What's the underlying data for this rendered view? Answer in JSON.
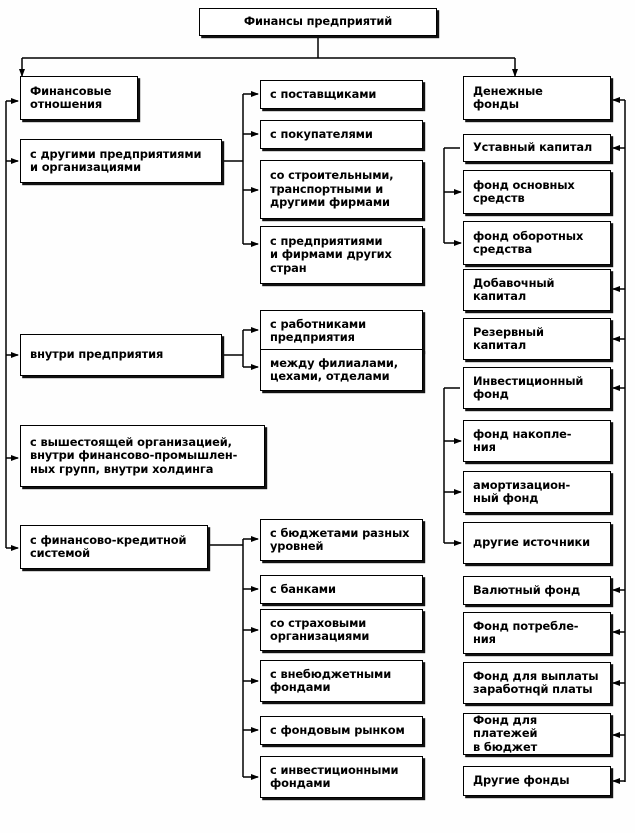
{
  "diagram": {
    "title": "Финансы предприятий",
    "language": "ru",
    "root": {
      "label": "Финансы предприятий"
    },
    "columns": {
      "left": {
        "name": "Финансовые отношения",
        "nodes": [
          {
            "id": "fin-relations",
            "label": "Финансовые\nотношения"
          },
          {
            "id": "other-enterprises",
            "label": "с другими предприятиями\nи организациями"
          },
          {
            "id": "inside-enterprise",
            "label": "внутри предприятия"
          },
          {
            "id": "higher-org",
            "label": "с вышестоящей организацией,\nвнутри финансово-промышлен-\nных групп, внутри холдинга"
          },
          {
            "id": "credit-system",
            "label": "с финансово-кредитной\nсистемой"
          }
        ]
      },
      "middle": {
        "groups": [
          {
            "parent": "other-enterprises",
            "nodes": [
              {
                "id": "suppliers",
                "label": "с поставщиками"
              },
              {
                "id": "buyers",
                "label": "с покупателями"
              },
              {
                "id": "construction",
                "label": "со строительными,\nтранспортными и\nдругими фирмами"
              },
              {
                "id": "foreign",
                "label": "с предприятиями\nи фирмами других\nстран"
              }
            ]
          },
          {
            "parent": "inside-enterprise",
            "nodes": [
              {
                "id": "workers",
                "label": "с работниками\nпредприятия"
              },
              {
                "id": "branches",
                "label": "между филиалами,\nцехами, отделами"
              }
            ]
          },
          {
            "parent": "credit-system",
            "nodes": [
              {
                "id": "budgets",
                "label": "с бюджетами разных\nуровней"
              },
              {
                "id": "banks",
                "label": "с банками"
              },
              {
                "id": "insurance",
                "label": "со страховыми\nорганизациями"
              },
              {
                "id": "extrabudget",
                "label": "с внебюджетными\nфондами"
              },
              {
                "id": "stock-market",
                "label": "с фондовым рынком"
              },
              {
                "id": "investment-funds",
                "label": "с инвестиционными\nфондами"
              }
            ]
          }
        ]
      },
      "right": {
        "name": "Денежные фонды",
        "nodes": [
          {
            "id": "money-funds",
            "label": "Денежные\nфонды"
          },
          {
            "id": "charter-capital",
            "label": "Уставный капитал"
          },
          {
            "id": "fixed-assets-fund",
            "label": "фонд основных\nсредств"
          },
          {
            "id": "working-capital-fund",
            "label": "фонд оборотных\nсредства"
          },
          {
            "id": "additional-capital",
            "label": "Добавочный\nкапитал"
          },
          {
            "id": "reserve-capital",
            "label": "Резервный\nкапитал"
          },
          {
            "id": "investment-fund",
            "label": "Инвестиционный\nфонд"
          },
          {
            "id": "accumulation-fund",
            "label": "фонд накопле-\nния"
          },
          {
            "id": "amortization-fund",
            "label": "амортизацион-\nный фонд"
          },
          {
            "id": "other-sources",
            "label": "другие источники"
          },
          {
            "id": "currency-fund",
            "label": "Валютный фонд"
          },
          {
            "id": "consumption-fund",
            "label": "Фонд потребле-\nния"
          },
          {
            "id": "salary-fund",
            "label": "Фонд для выплаты\nзаработнqй платы"
          },
          {
            "id": "budget-payments-fund",
            "label": "Фонд для платежей\nв бюджет"
          },
          {
            "id": "other-funds",
            "label": "Другие фонды"
          }
        ]
      }
    },
    "colors": {
      "line": "#000000",
      "box_fill": "#ffffff",
      "text": "#000000",
      "background": "#fefefe"
    }
  }
}
